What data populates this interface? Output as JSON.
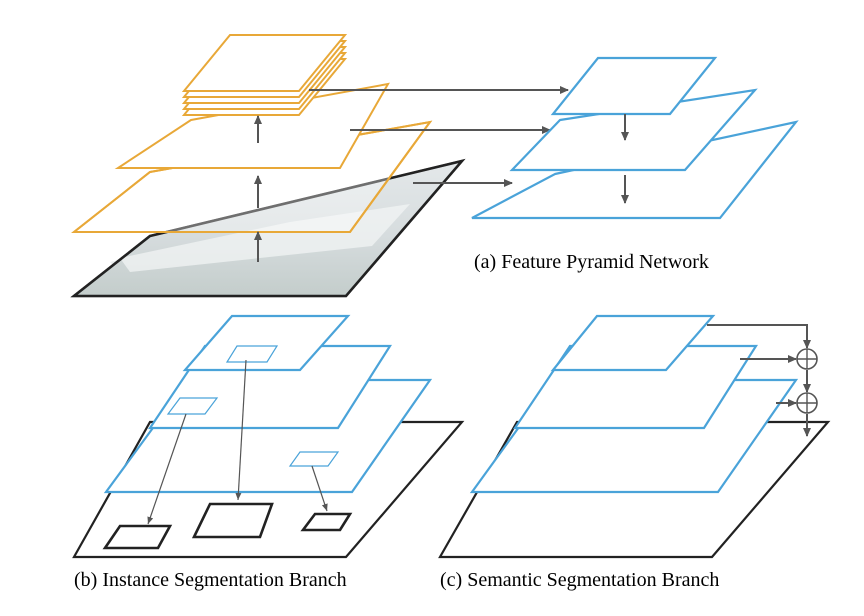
{
  "figure": {
    "captions": {
      "fpn": "(a) Feature Pyramid Network",
      "instance": "(b) Instance Segmentation Branch",
      "semantic": "(c) Semantic Segmentation Branch"
    },
    "colors": {
      "backbone": "#e8a838",
      "pyramid": "#4aa3d9",
      "output": "#222222",
      "arrow": "#555555"
    }
  }
}
